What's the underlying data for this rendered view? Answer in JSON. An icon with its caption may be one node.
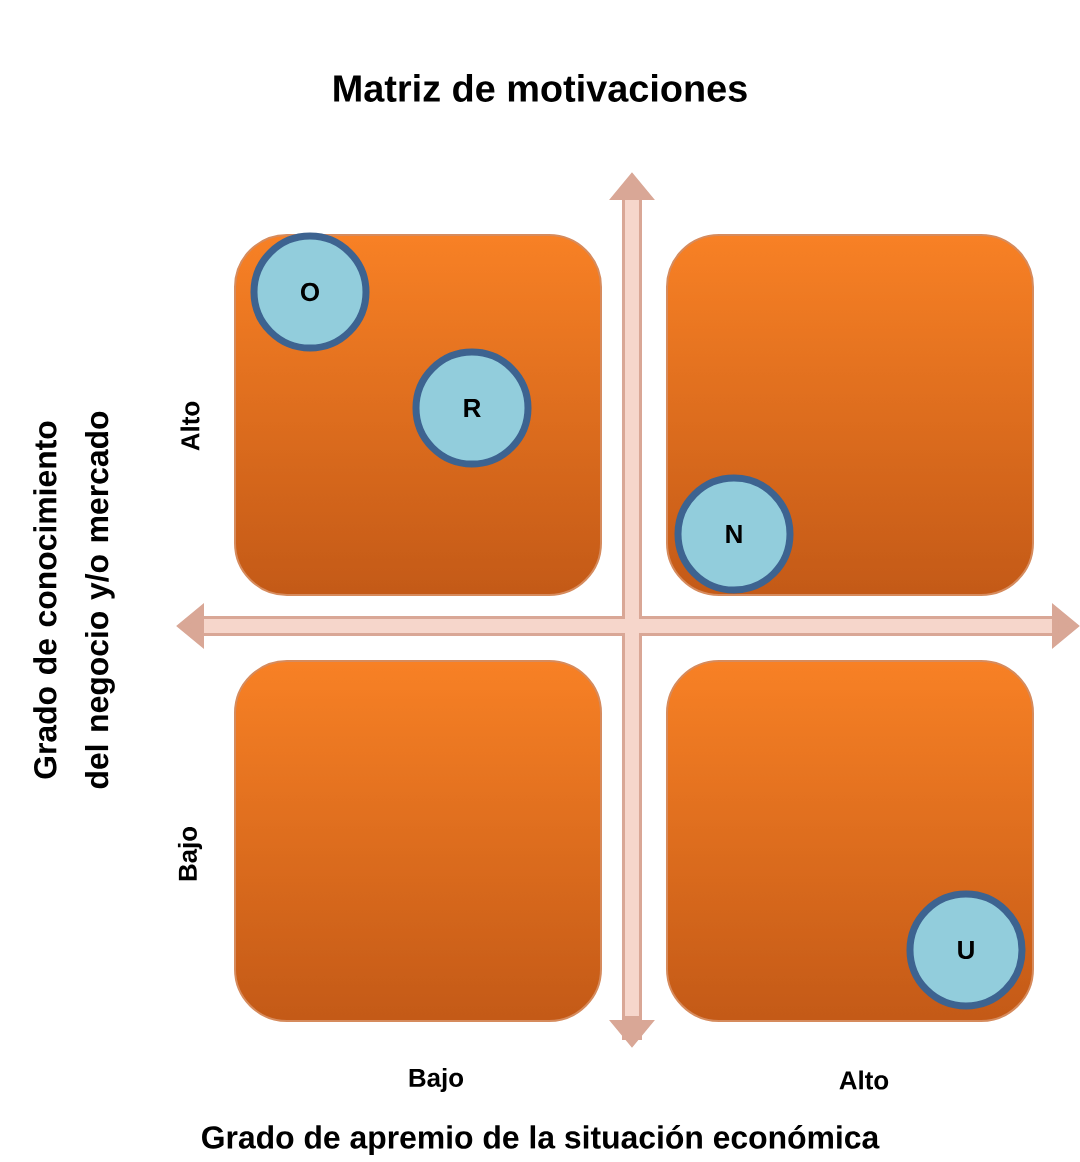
{
  "diagram": {
    "title": "Matriz de motivaciones",
    "nodes": [
      {
        "text": [],
        "shape": "box"
      },
      {
        "text": [],
        "shape": "box"
      },
      {
        "text": [],
        "shape": "box"
      },
      {
        "text": [],
        "shape": "box"
      },
      {
        "text": [
          "O"
        ],
        "in": 0
      },
      {
        "text": [
          "R"
        ],
        "in": 0
      },
      {
        "text": [
          "N"
        ],
        "in": 1
      },
      {
        "text": [
          "U"
        ],
        "in": 3
      }
    ],
    "labels": [
      "Grado de conocimiento del negocio y/o mercado",
      "Alto",
      "Bajo",
      "Bajo",
      "Alto",
      "Grado de apremio de la situación económica"
    ]
  }
}
